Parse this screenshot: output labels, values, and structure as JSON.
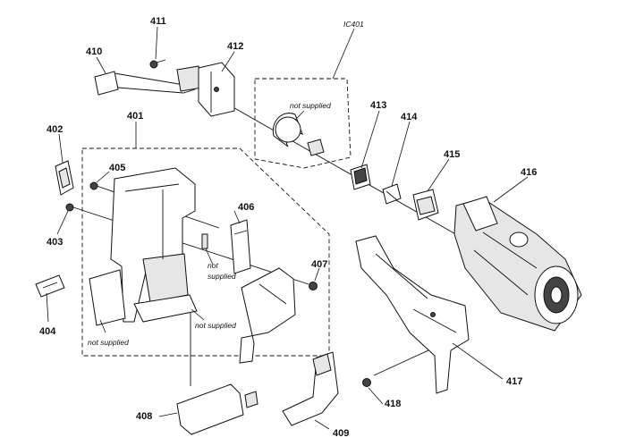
{
  "parts": {
    "p401": "401",
    "p402": "402",
    "p403": "403",
    "p404": "404",
    "p405": "405",
    "p406": "406",
    "p407": "407",
    "p408": "408",
    "p409": "409",
    "p410": "410",
    "p411": "411",
    "p412": "412",
    "p413": "413",
    "p414": "414",
    "p415": "415",
    "p416": "416",
    "p417": "417",
    "p418": "418",
    "ic401": "IC401"
  },
  "notes": {
    "not_supplied": "not supplied",
    "not": "not",
    "supplied": "supplied"
  }
}
